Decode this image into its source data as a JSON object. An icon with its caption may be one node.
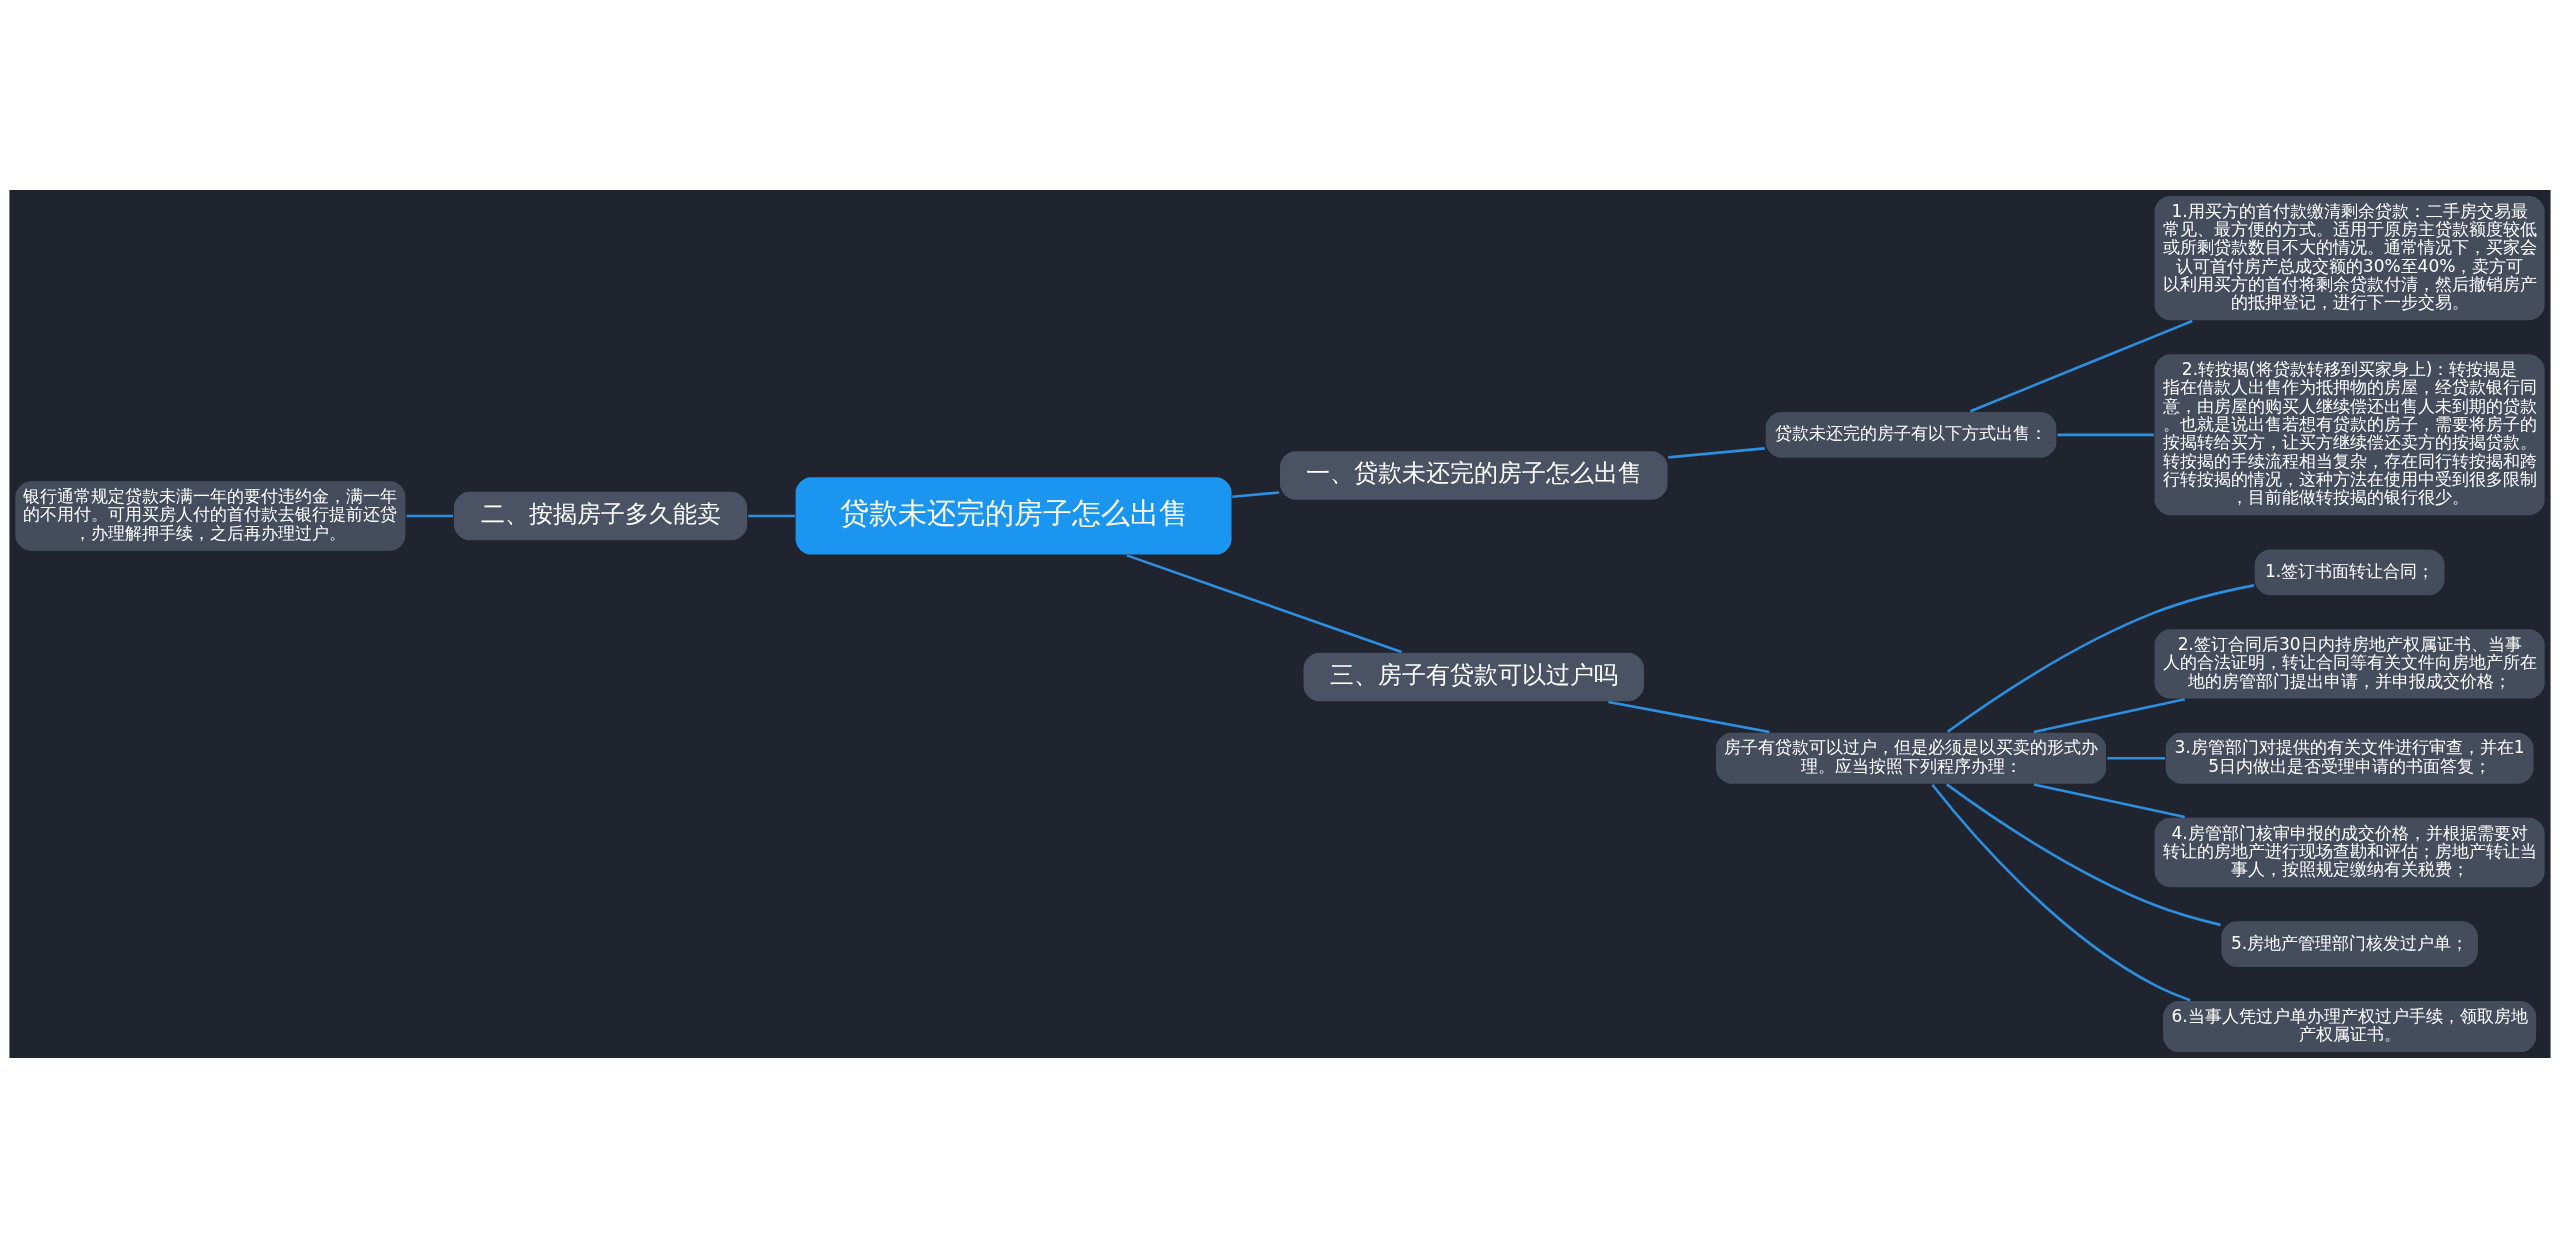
{
  "diagram": {
    "nodes": [
      {
        "text": [
          "贷款未还完的房子怎么出售"
        ]
      },
      {
        "text": [
          "一、贷款未还完的房子怎么出售"
        ]
      },
      {
        "text": [
          "贷款未还完的房子有以下方式出售："
        ]
      },
      {
        "text": [
          "1.用买方的首付款缴清剩余贷款：二手房交易最常见、最方便的方式。适用于原房主贷款额度较低或所剩贷款数目不大的情况。通常情况下，买家会认可首付房产总成交额的30%至40%，卖方可以利用买方的首付将剩余贷款付清，然后撤销房产的抵押登记，进行下一步交易。"
        ]
      },
      {
        "text": [
          "2.转按揭(将贷款转移到买家身上)：转按揭是指在借款人出售作为抵押物的房屋，经贷款银行同意，由房屋的购买人继续偿还出售人未到期的贷款。也就是说出售若想有贷款的房子，需要将房子的按揭转给买方，让买方继续偿还卖方的按揭贷款。转按揭的手续流程相当复杂，存在同行转按揭和跨行转按揭的情况，这种方法在使用中受到很多限制，目前能做转按揭的银行很少。"
        ]
      },
      {
        "text": [
          "二、按揭房子多久能卖"
        ]
      },
      {
        "text": [
          "银行通常规定贷款未满一年的要付违约金，满一年的不用付。可用买房人付的首付款去银行提前还贷，办理解押手续，之后再办理过户。"
        ]
      },
      {
        "text": [
          "三、房子有贷款可以过户吗"
        ]
      },
      {
        "text": [
          "房子有贷款可以过户，但是必须是以买卖的形式办理。应当按照下列程序办理："
        ]
      },
      {
        "text": [
          "1.签订书面转让合同；"
        ]
      },
      {
        "text": [
          "2.签订合同后30日内持房地产权属证书、当事人的合法证明，转让合同等有关文件向房地产所在地的房管部门提出申请，并申报成交价格；"
        ]
      },
      {
        "text": [
          "3.房管部门对提供的有关文件进行审查，并在15日内做出是否受理申请的书面答复；"
        ]
      },
      {
        "text": [
          "4.房管部门核审申报的成交价格，并根据需要对转让的房地产进行现场查勘和评估；房地产转让当事人，按照规定缴纳有关税费；"
        ]
      },
      {
        "text": [
          "5.房地产管理部门核发过户单；"
        ]
      },
      {
        "text": [
          "6.当事人凭过户单办理产权过户手续，领取房地产权属证书。"
        ]
      }
    ],
    "edges": [
      {
        "from": 0,
        "to": 1,
        "arrow": "none"
      },
      {
        "from": 1,
        "to": 2,
        "arrow": "none"
      },
      {
        "from": 2,
        "to": 3,
        "arrow": "none"
      },
      {
        "from": 2,
        "to": 4,
        "arrow": "none"
      },
      {
        "from": 0,
        "to": 5,
        "arrow": "none"
      },
      {
        "from": 5,
        "to": 6,
        "arrow": "none"
      },
      {
        "from": 0,
        "to": 7,
        "arrow": "none"
      },
      {
        "from": 7,
        "to": 8,
        "arrow": "none"
      },
      {
        "from": 8,
        "to": 9,
        "arrow": "none"
      },
      {
        "from": 8,
        "to": 10,
        "arrow": "none"
      },
      {
        "from": 8,
        "to": 11,
        "arrow": "none"
      },
      {
        "from": 8,
        "to": 12,
        "arrow": "none"
      },
      {
        "from": 8,
        "to": 13,
        "arrow": "none"
      },
      {
        "from": 8,
        "to": 14,
        "arrow": "none"
      }
    ]
  }
}
